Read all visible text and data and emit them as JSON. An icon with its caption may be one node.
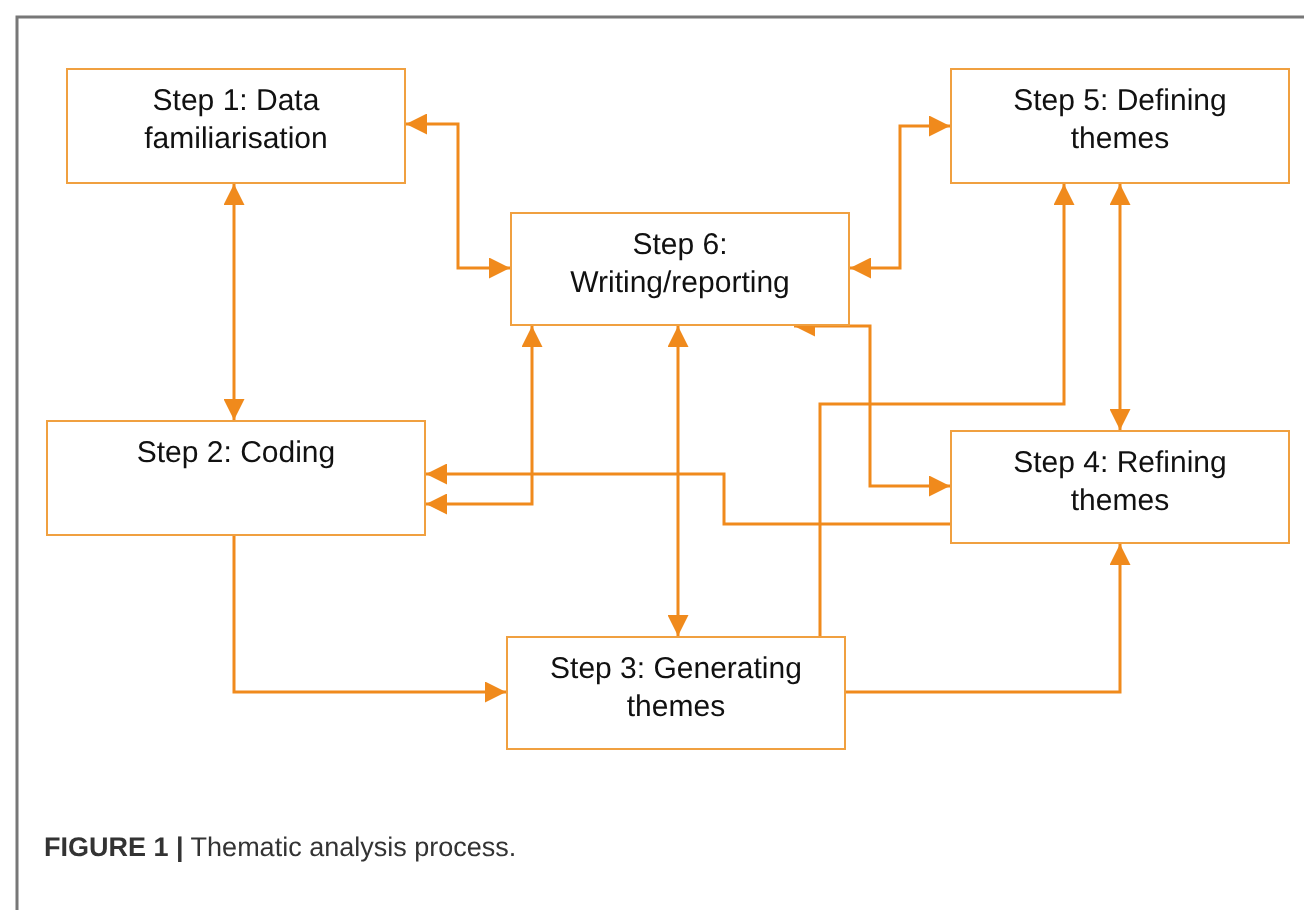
{
  "diagram": {
    "caption": "**FIGURE 1 |** Thematic analysis process.",
    "nodes": [
      {
        "text": [
          "Step 1: Data familiarisation"
        ]
      },
      {
        "text": [
          "Step 6: Writing/reporting"
        ]
      },
      {
        "text": [
          "Step 5: Defining themes"
        ]
      },
      {
        "text": [
          "Step 2: Coding"
        ]
      },
      {
        "text": [
          "Step 4: Refining themes"
        ]
      },
      {
        "text": [
          "Step 3: Generating themes"
        ]
      }
    ],
    "edges": [
      {
        "from": 0,
        "to": 1,
        "arrow": "both"
      },
      {
        "from": 1,
        "to": 2,
        "arrow": "both"
      },
      {
        "from": 0,
        "to": 3,
        "arrow": "both"
      },
      {
        "from": 1,
        "to": 3,
        "arrow": "both"
      },
      {
        "from": 4,
        "to": 3,
        "arrow": "to"
      },
      {
        "from": 1,
        "to": 5,
        "arrow": "both"
      },
      {
        "from": 1,
        "to": 4,
        "arrow": "both"
      },
      {
        "from": 5,
        "to": 2,
        "arrow": "to"
      },
      {
        "from": 2,
        "to": 4,
        "arrow": "both"
      },
      {
        "from": 5,
        "to": 4,
        "arrow": "to"
      },
      {
        "from": 3,
        "to": 5,
        "arrow": "to"
      }
    ]
  }
}
